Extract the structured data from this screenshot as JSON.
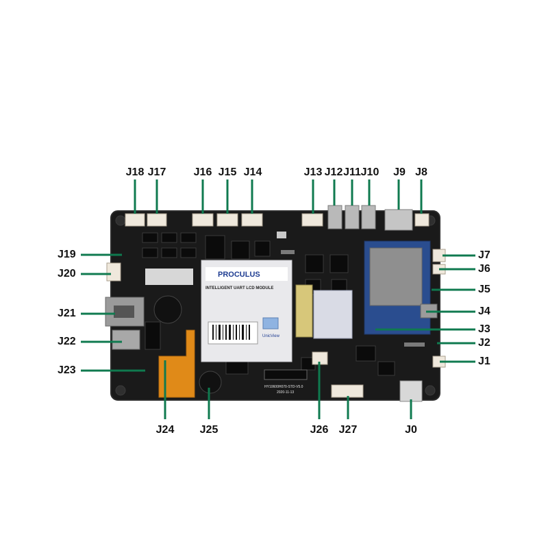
{
  "colors": {
    "callout": "#0f7a4f",
    "board": "#1a1a1a",
    "board_edge": "#2b2b2b",
    "label": "#111111",
    "module_bg": "#e9e9ec",
    "wifi_module": "#2a4d8f",
    "fpc": "#e08a18"
  },
  "icons": [
    "connector-header",
    "ethernet-jack",
    "usb-port",
    "buzzer",
    "fpc-cable",
    "wifi-module",
    "sd-card-slot"
  ],
  "module": {
    "brand": "PROCULUS",
    "subtitle": "INTELLIGENT UART LCD MODULE",
    "badge": "UnicView"
  },
  "board_text": {
    "pcb_id": "HY10600H070-STD-V5.0",
    "pcb_date": "2020-11-13"
  },
  "labels": {
    "J0": "J0",
    "J1": "J1",
    "J2": "J2",
    "J3": "J3",
    "J4": "J4",
    "J5": "J5",
    "J6": "J6",
    "J7": "J7",
    "J8": "J8",
    "J9": "J9",
    "J10": "J10",
    "J11": "J11",
    "J12": "J12",
    "J13": "J13",
    "J14": "J14",
    "J15": "J15",
    "J16": "J16",
    "J17": "J17",
    "J18": "J18",
    "J19": "J19",
    "J20": "J20",
    "J21": "J21",
    "J22": "J22",
    "J23": "J23",
    "J24": "J24",
    "J25": "J25",
    "J26": "J26",
    "J27": "J27"
  }
}
